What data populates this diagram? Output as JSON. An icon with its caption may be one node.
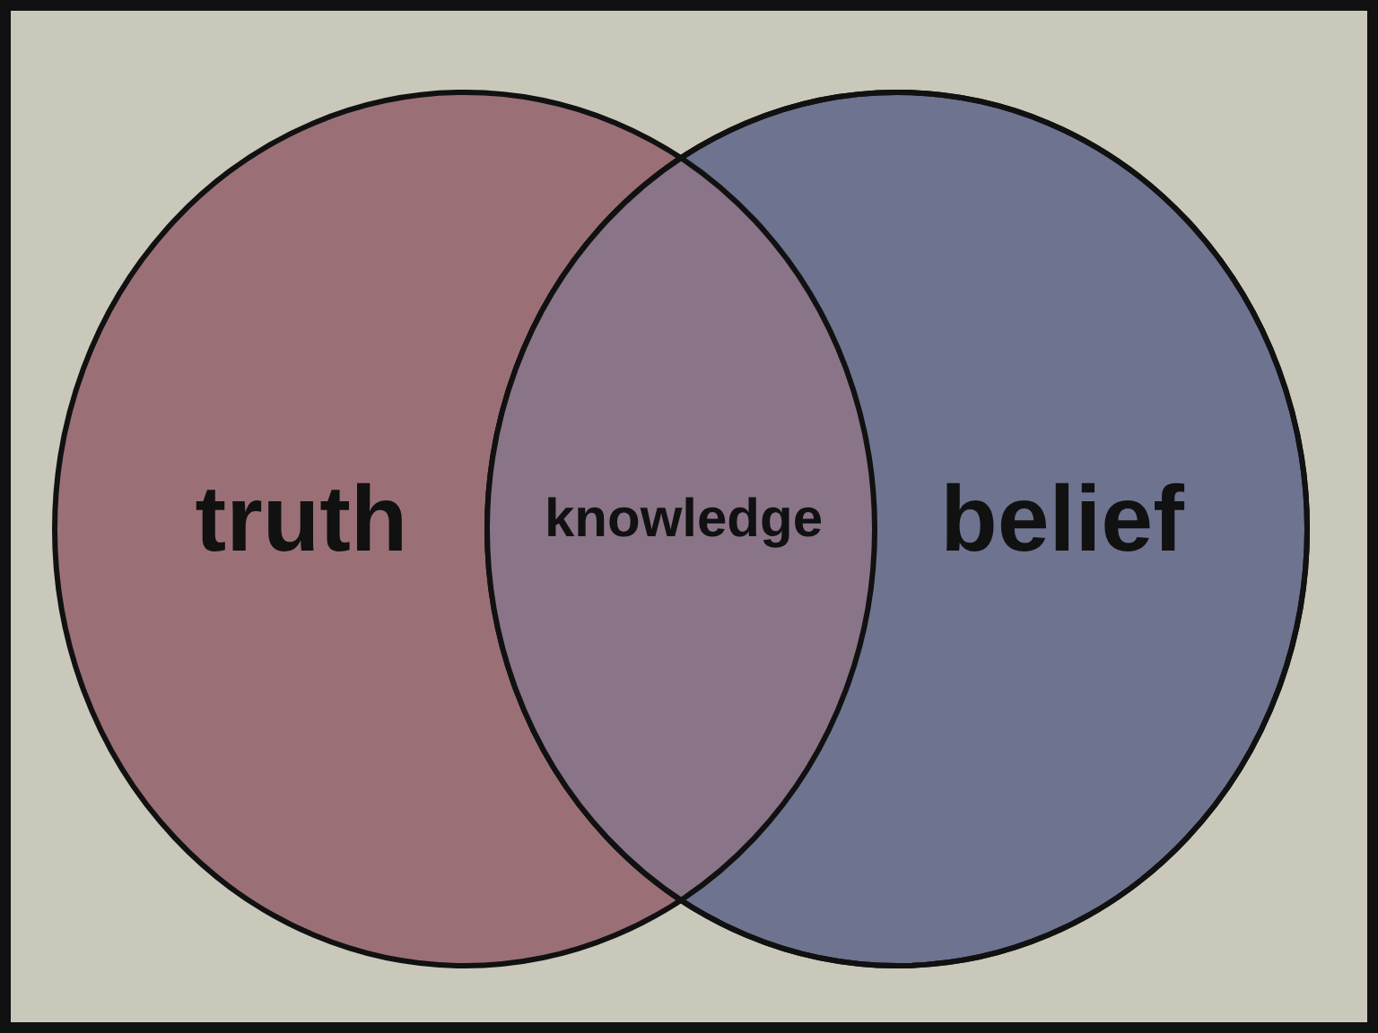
{
  "diagram": {
    "nodes": [
      {
        "text": [
          "truth"
        ]
      },
      {
        "text": [
          "belief"
        ]
      }
    ],
    "labels": [
      "knowledge"
    ]
  }
}
